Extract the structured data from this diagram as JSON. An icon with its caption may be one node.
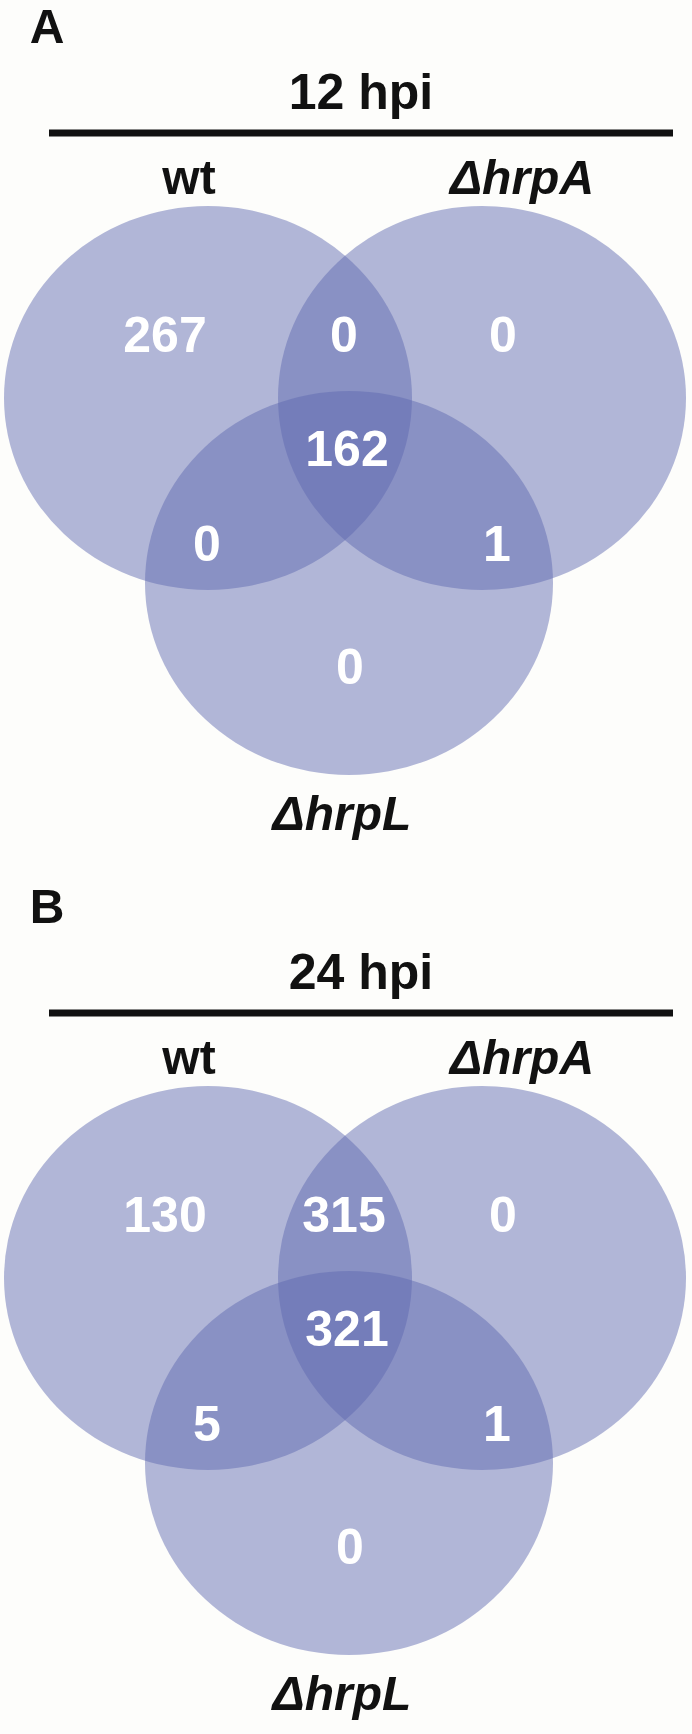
{
  "diagram": {
    "nodes": [
      {
        "text": [
          "wt"
        ]
      },
      {
        "text": [
          "ΔhrpA"
        ]
      },
      {
        "text": [
          "ΔhrpL"
        ]
      },
      {
        "text": [
          "wt"
        ]
      },
      {
        "text": [
          "ΔhrpA"
        ]
      },
      {
        "text": [
          "ΔhrpL"
        ]
      }
    ],
    "labels": [
      "A",
      "12 hpi",
      "267",
      "0",
      "0",
      "162",
      "0",
      "1",
      "0",
      "B",
      "24 hpi",
      "130",
      "315",
      "0",
      "321",
      "5",
      "1",
      "0"
    ]
  }
}
